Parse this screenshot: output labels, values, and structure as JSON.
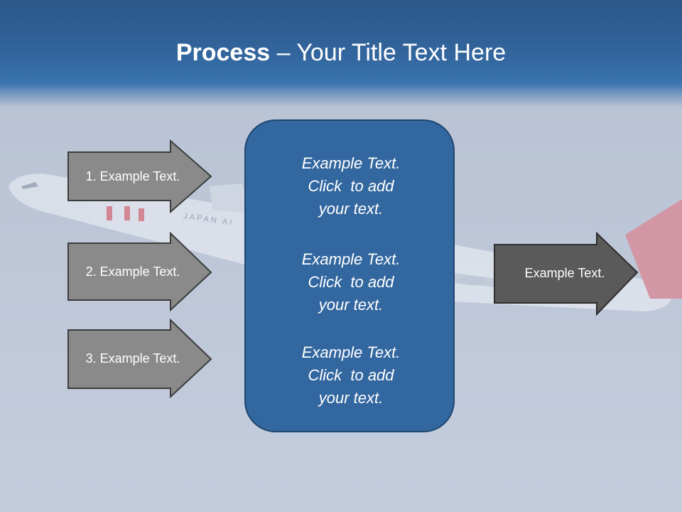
{
  "title": {
    "bold": "Process",
    "rest": " – Your Title Text Here"
  },
  "left_arrows": [
    {
      "label": "1. Example Text."
    },
    {
      "label": "2. Example Text."
    },
    {
      "label": "3. Example Text."
    }
  ],
  "center_box": {
    "blocks": [
      {
        "line1": "Example Text.",
        "line2": "Click  to add",
        "line3": "your text."
      },
      {
        "line1": "Example Text.",
        "line2": "Click  to add",
        "line3": "your text."
      },
      {
        "line1": "Example Text.",
        "line2": "Click  to add",
        "line3": "your text."
      }
    ]
  },
  "right_arrow": {
    "label": "Example Text."
  },
  "background_image": {
    "airline_text": "JAPAN AI"
  },
  "colors": {
    "header_blue": "#2a5788",
    "box_blue": "#33679f",
    "arrow_gray": "#8a8a8a",
    "arrow_dark": "#5a5a5a"
  }
}
